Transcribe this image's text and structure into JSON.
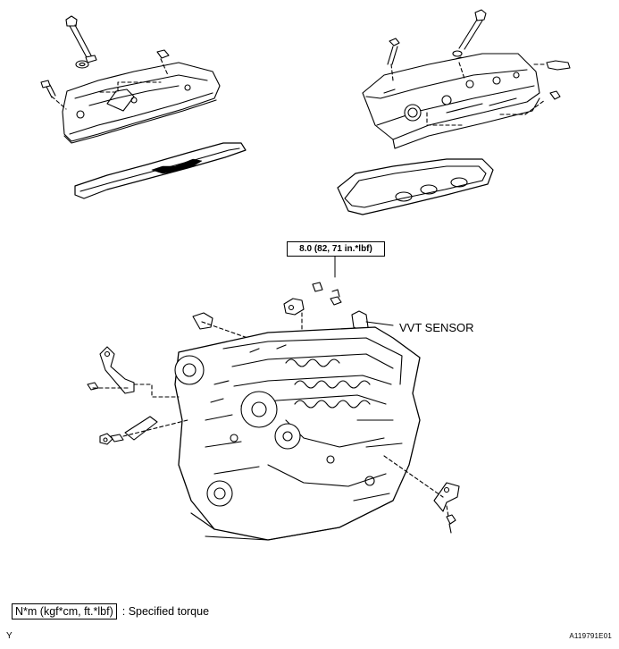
{
  "callouts": {
    "torque_spec": "8.0 (82, 71 in.*lbf)",
    "vvt_sensor": "VVT SENSOR"
  },
  "legend": {
    "box_text": "N*m (kgf*cm, ft.*lbf)",
    "description": ": Specified torque"
  },
  "footer": {
    "corner_mark": "Y",
    "figure_id": "A119791E01"
  },
  "icons": {
    "left_cover": "cylinder-head-cover-lh-icon",
    "right_cover": "cylinder-head-cover-rh-icon",
    "engine": "engine-block-icon",
    "sensor": "vvt-sensor-icon"
  },
  "colors": {
    "line": "#000000",
    "background": "#ffffff"
  }
}
